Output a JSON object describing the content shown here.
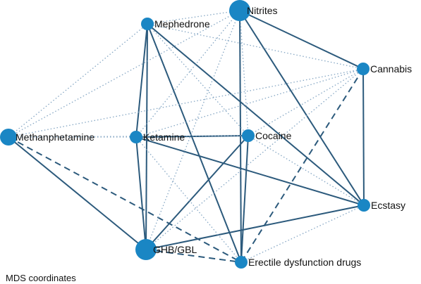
{
  "colors": {
    "node": "#1a86c4",
    "edge_solid": "#2c5a7c",
    "edge_dotted": "#86a7c4",
    "background": "#ffffff"
  },
  "nodes": [
    {
      "id": "Nitrites",
      "label": "Nitrites",
      "size": "large"
    },
    {
      "id": "Mephedrone",
      "label": "Mephedrone",
      "size": "small"
    },
    {
      "id": "Cannabis",
      "label": "Cannabis",
      "size": "small"
    },
    {
      "id": "Methanphetamine",
      "label": "Methanphetamine",
      "size": "medium"
    },
    {
      "id": "Ketamine",
      "label": "Ketamine",
      "size": "small"
    },
    {
      "id": "Cocaine",
      "label": "Cocaine",
      "size": "small"
    },
    {
      "id": "Ecstasy",
      "label": "Ecstasy",
      "size": "small"
    },
    {
      "id": "GHB/GBL",
      "label": "GHB/GBL",
      "size": "large"
    },
    {
      "id": "Erectile dysfunction drugs",
      "label": "Erectile dysfunction drugs",
      "size": "small"
    }
  ],
  "edges": [
    {
      "source": "Mephedrone",
      "target": "Ketamine",
      "style": "solid"
    },
    {
      "source": "Mephedrone",
      "target": "GHB/GBL",
      "style": "solid"
    },
    {
      "source": "Mephedrone",
      "target": "Ecstasy",
      "style": "solid"
    },
    {
      "source": "Mephedrone",
      "target": "Erectile dysfunction drugs",
      "style": "solid"
    },
    {
      "source": "Nitrites",
      "target": "Cannabis",
      "style": "solid"
    },
    {
      "source": "Nitrites",
      "target": "Ecstasy",
      "style": "solid"
    },
    {
      "source": "Nitrites",
      "target": "Erectile dysfunction drugs",
      "style": "solid"
    },
    {
      "source": "Cannabis",
      "target": "Ecstasy",
      "style": "solid"
    },
    {
      "source": "Cannabis",
      "target": "Erectile dysfunction drugs",
      "style": "dashed"
    },
    {
      "source": "Ketamine",
      "target": "Cocaine",
      "style": "solid"
    },
    {
      "source": "Ketamine",
      "target": "GHB/GBL",
      "style": "solid"
    },
    {
      "source": "Ketamine",
      "target": "Ecstasy",
      "style": "solid"
    },
    {
      "source": "Cocaine",
      "target": "GHB/GBL",
      "style": "solid"
    },
    {
      "source": "Cocaine",
      "target": "Erectile dysfunction drugs",
      "style": "solid"
    },
    {
      "source": "Methanphetamine",
      "target": "GHB/GBL",
      "style": "solid"
    },
    {
      "source": "Methanphetamine",
      "target": "Erectile dysfunction drugs",
      "style": "dashed"
    },
    {
      "source": "GHB/GBL",
      "target": "Ecstasy",
      "style": "solid"
    },
    {
      "source": "GHB/GBL",
      "target": "Erectile dysfunction drugs",
      "style": "dashed"
    },
    {
      "source": "Mephedrone",
      "target": "Nitrites",
      "style": "dotted"
    },
    {
      "source": "Mephedrone",
      "target": "Cannabis",
      "style": "dotted"
    },
    {
      "source": "Mephedrone",
      "target": "Methanphetamine",
      "style": "dotted"
    },
    {
      "source": "Mephedrone",
      "target": "Cocaine",
      "style": "dotted"
    },
    {
      "source": "Nitrites",
      "target": "Methanphetamine",
      "style": "dotted"
    },
    {
      "source": "Nitrites",
      "target": "Ketamine",
      "style": "dotted"
    },
    {
      "source": "Nitrites",
      "target": "Cocaine",
      "style": "dotted"
    },
    {
      "source": "Nitrites",
      "target": "GHB/GBL",
      "style": "dotted"
    },
    {
      "source": "Cannabis",
      "target": "Methanphetamine",
      "style": "dotted"
    },
    {
      "source": "Cannabis",
      "target": "Ketamine",
      "style": "dotted"
    },
    {
      "source": "Cannabis",
      "target": "Cocaine",
      "style": "dotted"
    },
    {
      "source": "Cannabis",
      "target": "GHB/GBL",
      "style": "dotted"
    },
    {
      "source": "Methanphetamine",
      "target": "Ketamine",
      "style": "dotted"
    },
    {
      "source": "Methanphetamine",
      "target": "Cocaine",
      "style": "dotted"
    },
    {
      "source": "Ketamine",
      "target": "Erectile dysfunction drugs",
      "style": "dotted"
    },
    {
      "source": "Cocaine",
      "target": "Ecstasy",
      "style": "dotted"
    },
    {
      "source": "Ecstasy",
      "target": "Erectile dysfunction drugs",
      "style": "dotted"
    }
  ],
  "caption": "MDS coordinates"
}
